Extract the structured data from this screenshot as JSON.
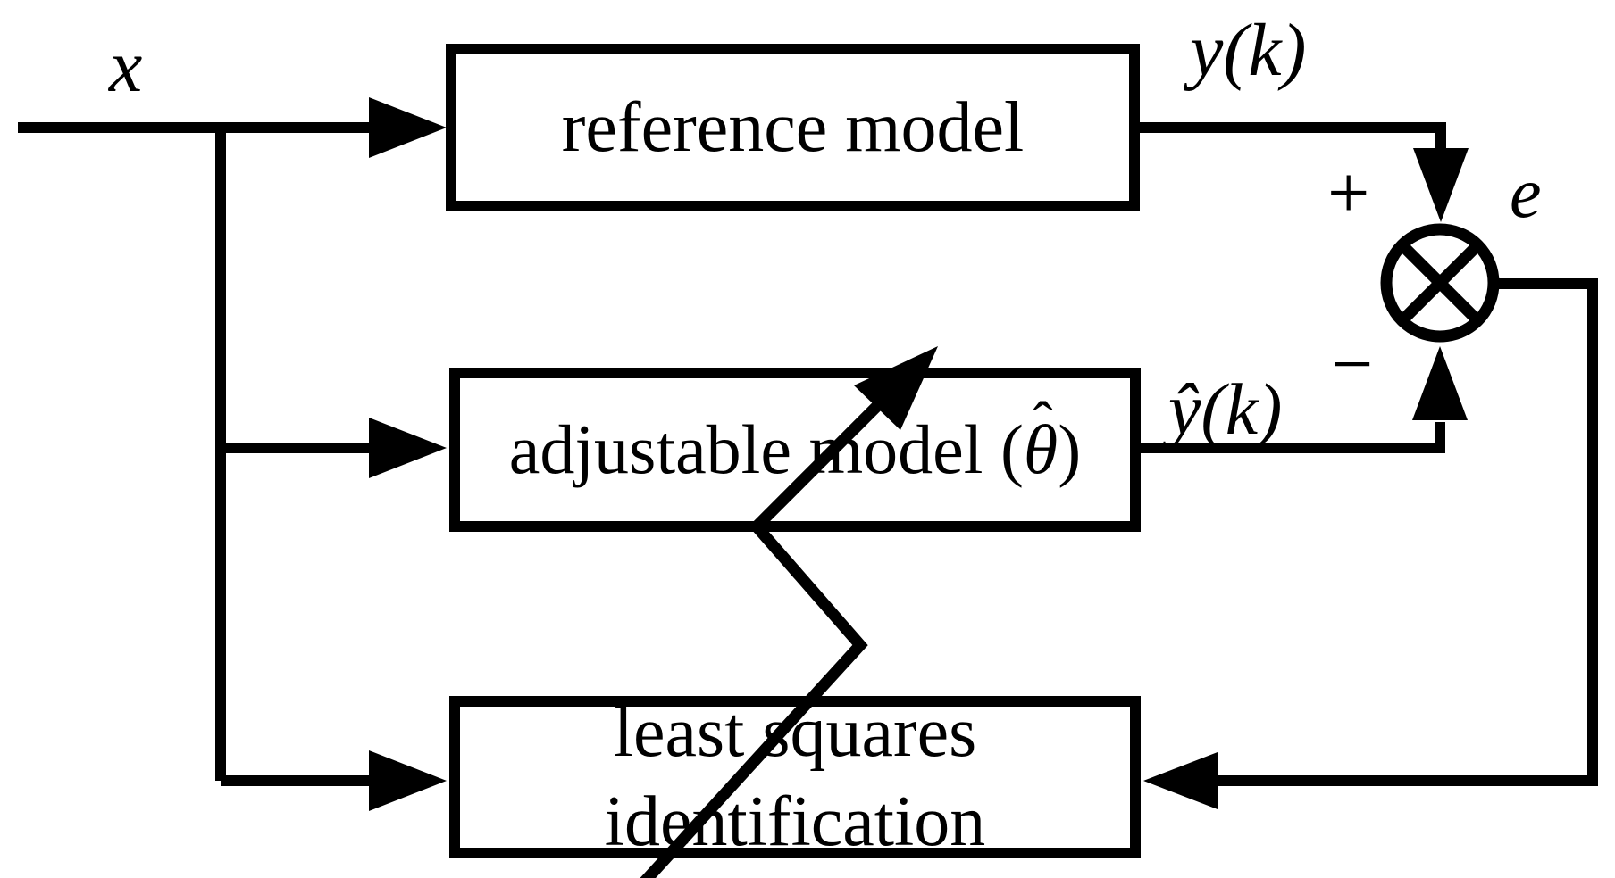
{
  "diagram": {
    "background": "#ffffff",
    "ink": "#000000",
    "boxes": {
      "reference": {
        "label": "reference model"
      },
      "adjustable": {
        "prefix": "adjustable model (",
        "theta": "θ",
        "hat": "ˆ",
        "suffix": ")"
      },
      "least_squares": {
        "line1": "least squares",
        "line2": "identification"
      }
    },
    "labels": {
      "input": "x",
      "reference_output": "y(k)",
      "plus": "+",
      "error": "e",
      "adjustable_output": "ŷ(k)",
      "minus": "−"
    }
  }
}
